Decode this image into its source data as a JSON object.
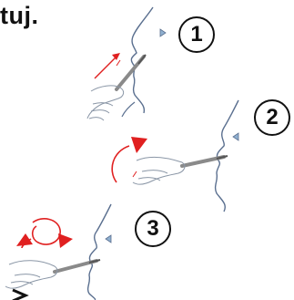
{
  "heading": {
    "text": "tuj."
  },
  "steps": [
    {
      "number": "1"
    },
    {
      "number": "2"
    },
    {
      "number": "3"
    }
  ],
  "colors": {
    "arrow": "#e02020",
    "line": "#5a6f8f",
    "stick": "#8a8a8a",
    "circle": "#111111"
  }
}
